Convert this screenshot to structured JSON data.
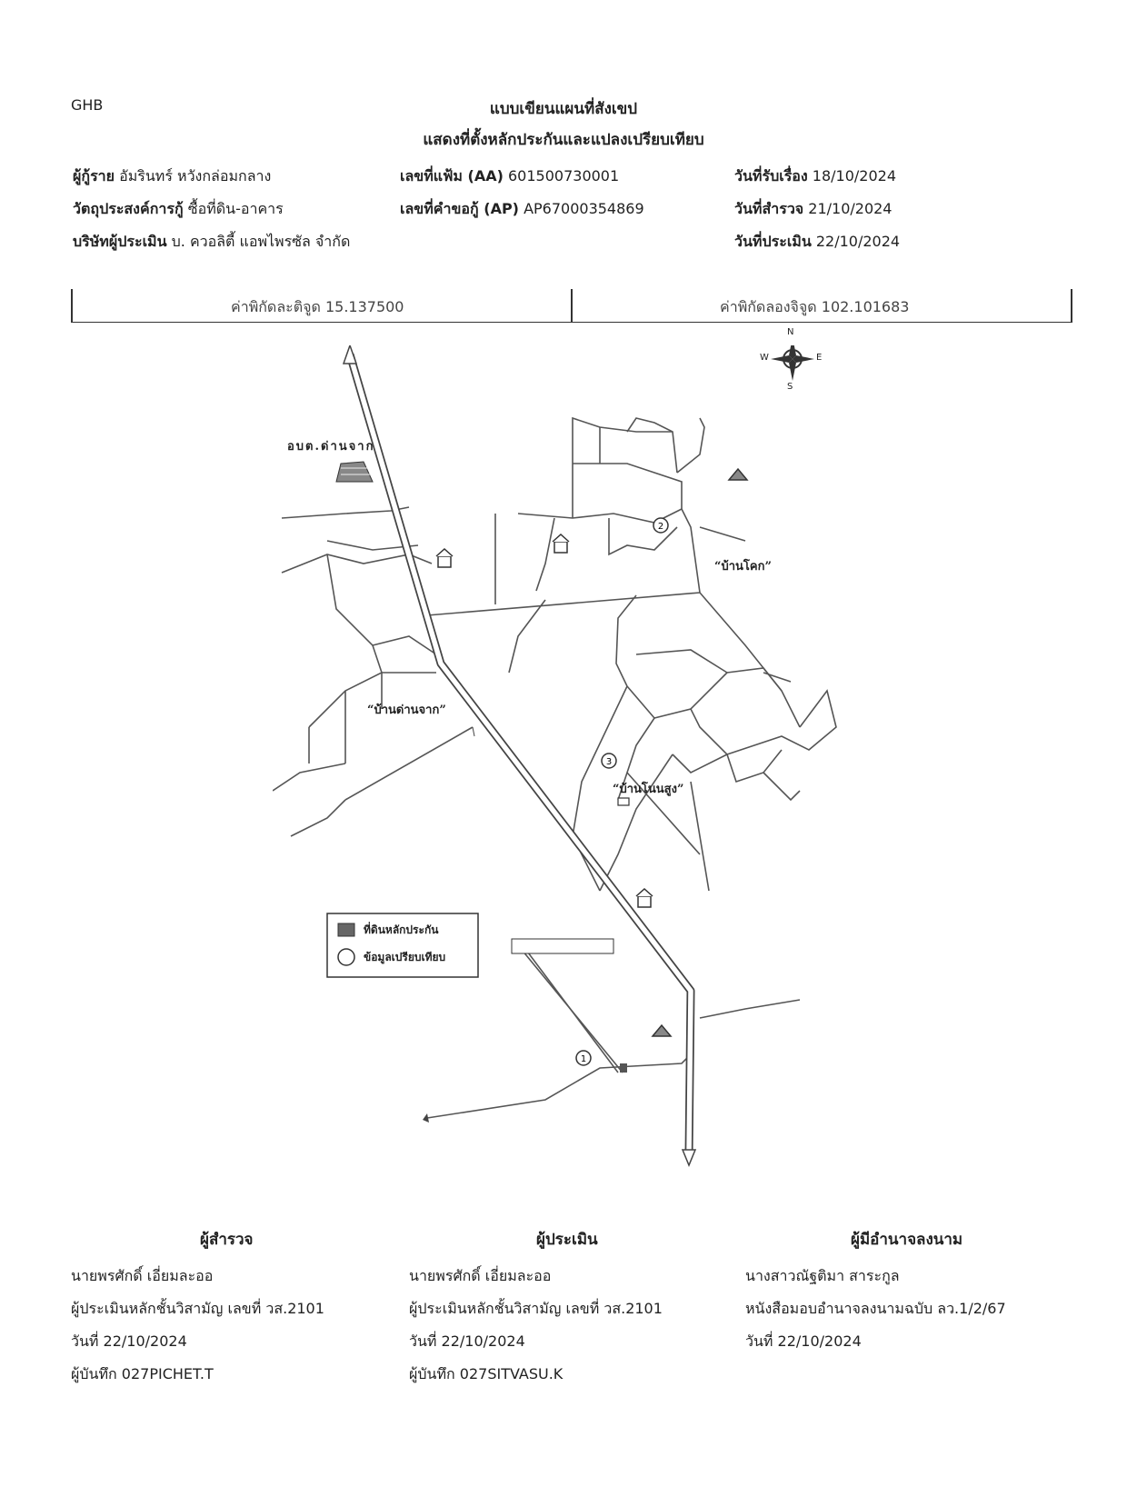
{
  "header": {
    "org": "GHB",
    "title_line1": "แบบเขียนแผนที่สังเขป",
    "title_line2": "แสดงที่ตั้งหลักประกันและแปลงเปรียบเทียบ"
  },
  "info": {
    "borrower_label": "ผู้กู้ราย",
    "borrower_value": "อัมรินทร์ หวังกล่อมกลาง",
    "purpose_label": "วัตถุประสงค์การกู้",
    "purpose_value": "ซื้อที่ดิน-อาคาร",
    "company_label": "บริษัทผู้ประเมิน",
    "company_value": "บ. ควอลิตี้ แอพไพรซัล จำกัด",
    "file_no_label": "เลขที่แฟ้ม (AA)",
    "file_no_value": "601500730001",
    "app_no_label": "เลขที่คำขอกู้ (AP)",
    "app_no_value": "AP67000354869",
    "received_label": "วันที่รับเรื่อง",
    "received_value": "18/10/2024",
    "survey_label": "วันที่สำรวจ",
    "survey_value": "21/10/2024",
    "appraise_label": "วันที่ประเมิน",
    "appraise_value": "22/10/2024"
  },
  "coords": {
    "lat": "ค่าพิกัดละติจูด 15.137500",
    "lon": "ค่าพิกัดลองจิจูด 102.101683"
  },
  "map": {
    "compass": {
      "n": "N",
      "s": "S",
      "e": "E",
      "w": "W"
    },
    "labels": {
      "obt": "อบต.ด่านจาก",
      "ban_khok": "“บ้านโคก”",
      "ban_dan_chak": "“บ้านด่านจาก”",
      "ban_non_sung": "“บ้านโนนสูง”"
    },
    "markers": [
      "1",
      "2",
      "3"
    ],
    "legend": {
      "collateral": "ที่ดินหลักประกัน",
      "comparison": "ข้อมูลเปรียบเทียบ"
    }
  },
  "signatures": {
    "surveyor": {
      "heading": "ผู้สำรวจ",
      "name": "นายพรศักดิ์ เอี่ยมละออ",
      "position": "ผู้ประเมินหลักชั้นวิสามัญ เลขที่ วส.2101",
      "date": "วันที่ 22/10/2024",
      "recorder": "ผู้บันทึก 027PICHET.T"
    },
    "appraiser": {
      "heading": "ผู้ประเมิน",
      "name": "นายพรศักดิ์ เอี่ยมละออ",
      "position": "ผู้ประเมินหลักชั้นวิสามัญ เลขที่ วส.2101",
      "date": "วันที่ 22/10/2024",
      "recorder": "ผู้บันทึก 027SITVASU.K"
    },
    "authorized": {
      "heading": "ผู้มีอำนาจลงนาม",
      "name": "นางสาวณัฐติมา สาระกูล",
      "position": "หนังสือมอบอำนาจลงนามฉบับ ลว.1/2/67",
      "date": "วันที่ 22/10/2024"
    }
  }
}
